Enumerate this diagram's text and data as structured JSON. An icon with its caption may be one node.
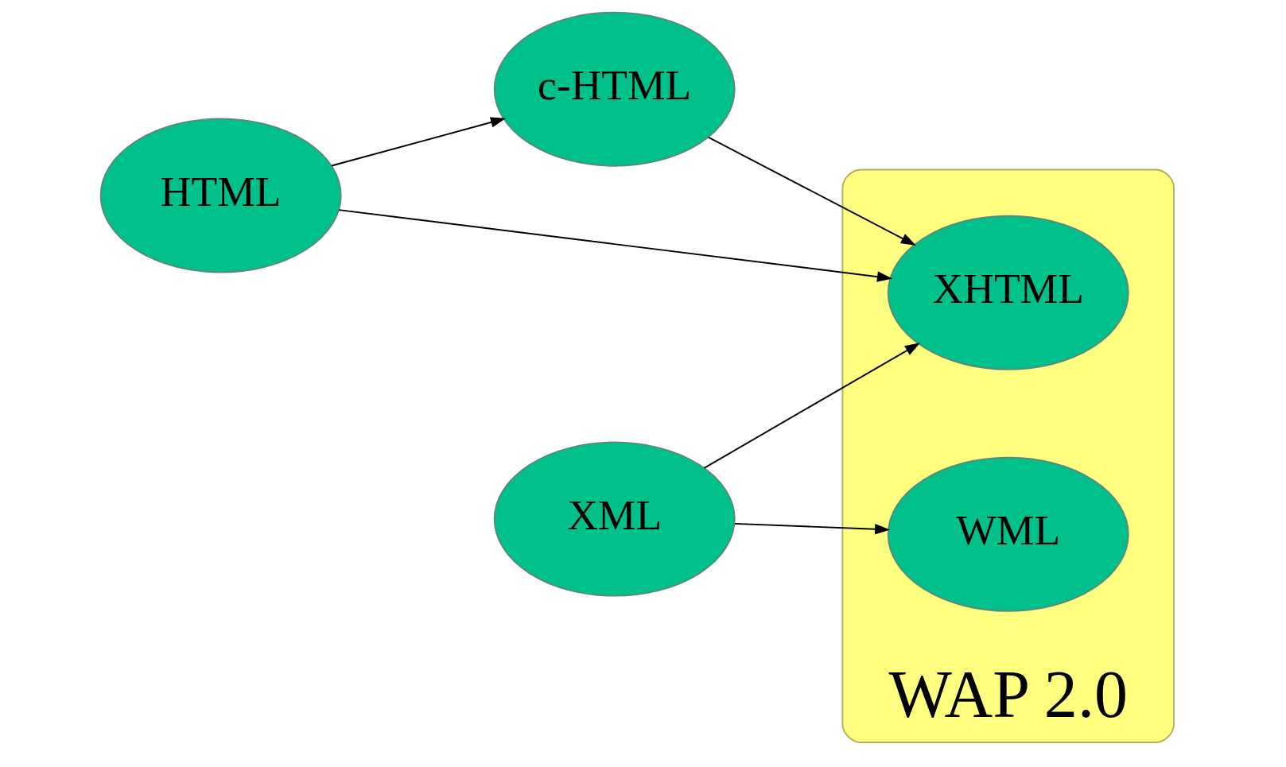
{
  "diagram": {
    "nodes": [
      {
        "text": [
          "HTML"
        ]
      },
      {
        "text": [
          "c-HTML"
        ]
      },
      {
        "text": [
          "WAP 2.0"
        ]
      },
      {
        "text": [
          "XHTML"
        ],
        "in": 2
      },
      {
        "text": [
          "XML"
        ]
      },
      {
        "text": [
          "WML"
        ],
        "in": 2
      }
    ],
    "edges": [
      {
        "from": 0,
        "to": 1,
        "arrow": "to"
      },
      {
        "from": 1,
        "to": 3,
        "arrow": "to"
      },
      {
        "from": 0,
        "to": 3,
        "arrow": "to"
      },
      {
        "from": 4,
        "to": 3,
        "arrow": "to"
      },
      {
        "from": 4,
        "to": 5,
        "arrow": "to"
      }
    ]
  }
}
